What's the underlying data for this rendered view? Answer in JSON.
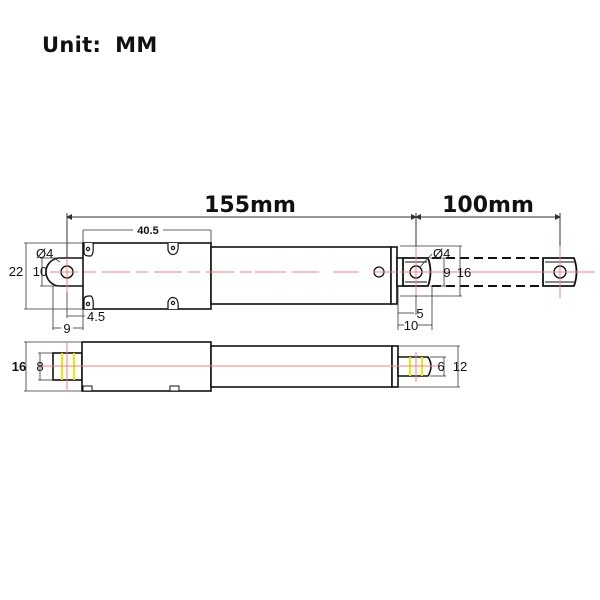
{
  "header": {
    "unit_label": "Unit:",
    "unit_value": "MM"
  },
  "top_view": {
    "overall_length_label": "155mm",
    "stroke_length_label": "100mm",
    "motor_housing_length": "40.5",
    "height_outer": "22",
    "rear_clevis_width": "10",
    "rear_hole_diameter": "Ø4",
    "rear_offset_9": "9",
    "rear_offset_4_5": "4.5",
    "front_hole_diameter": "Ø4",
    "front_clevis_inner": "9",
    "front_clevis_outer": "16",
    "front_offset_5": "5",
    "front_offset_10": "10"
  },
  "side_view": {
    "rear_outer": "16",
    "rear_inner": "8",
    "front_inner": "6",
    "front_outer": "12"
  },
  "colors": {
    "outline": "#111111",
    "centerline": "#f08080",
    "highlight": "#f2e600",
    "dimension": "#333333"
  }
}
